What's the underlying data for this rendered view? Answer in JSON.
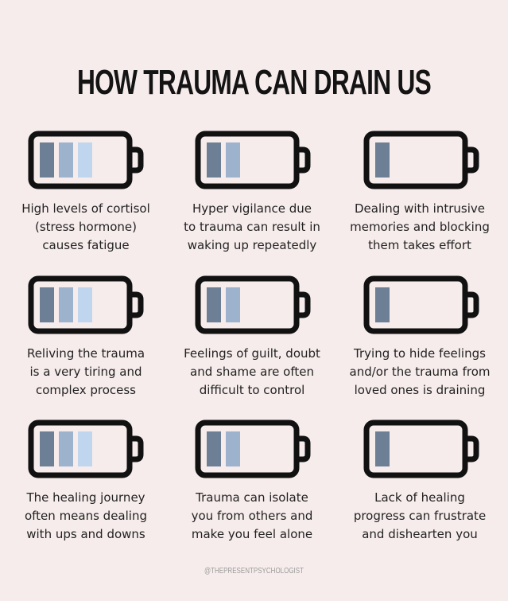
{
  "title": "HOW TRAUMA CAN DRAIN US",
  "colors": {
    "background": "#f7ecec",
    "battery_outline": "#111111",
    "bar_dark": "#6d7f95",
    "bar_mid": "#9db2cd",
    "bar_light": "#bfd6ee"
  },
  "cards": [
    {
      "icon": "battery-three-bars-icon",
      "charge_bars": 3,
      "lines": [
        "High levels of cortisol",
        "(stress hormone)",
        "causes fatigue"
      ]
    },
    {
      "icon": "battery-two-bars-icon",
      "charge_bars": 2,
      "lines": [
        "Hyper vigilance due",
        "to trauma can result in",
        "waking up repeatedly"
      ]
    },
    {
      "icon": "battery-one-bar-icon",
      "charge_bars": 1,
      "lines": [
        "Dealing with intrusive",
        "memories and blocking",
        "them takes effort"
      ]
    },
    {
      "icon": "battery-three-bars-icon",
      "charge_bars": 3,
      "lines": [
        "Reliving the trauma",
        "is a very tiring and",
        "complex process"
      ]
    },
    {
      "icon": "battery-two-bars-icon",
      "charge_bars": 2,
      "lines": [
        "Feelings of guilt, doubt",
        "and shame are often",
        "difficult to control"
      ]
    },
    {
      "icon": "battery-one-bar-icon",
      "charge_bars": 1,
      "lines": [
        "Trying to hide feelings",
        "and/or the trauma from",
        "loved ones is draining"
      ]
    },
    {
      "icon": "battery-three-bars-icon",
      "charge_bars": 3,
      "lines": [
        "The healing journey",
        "often means dealing",
        "with ups and downs"
      ]
    },
    {
      "icon": "battery-two-bars-icon",
      "charge_bars": 2,
      "lines": [
        "Trauma can isolate",
        "you from others and",
        "make you feel alone"
      ]
    },
    {
      "icon": "battery-one-bar-icon",
      "charge_bars": 1,
      "lines": [
        "Lack of healing",
        "progress can frustrate",
        "and dishearten you"
      ]
    }
  ],
  "footer": "@THEPRESENTPSYCHOLOGIST"
}
